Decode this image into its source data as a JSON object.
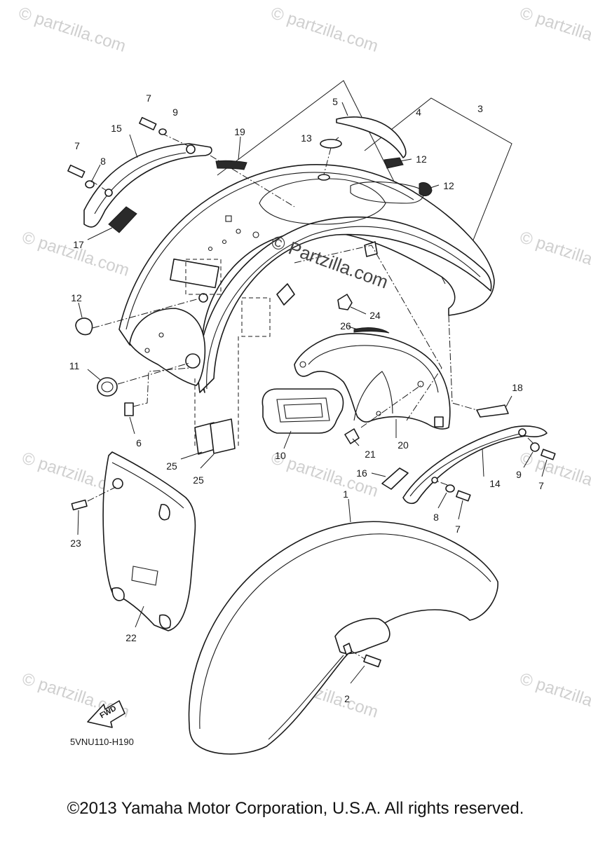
{
  "diagram": {
    "diagram_code": "5VNU110-H190",
    "fwd_label": "FWD",
    "watermark_text": "© partzilla.com",
    "center_watermark_text": "© Partzilla.com",
    "callouts": {
      "c1": "1",
      "c2": "2",
      "c3": "3",
      "c4": "4",
      "c5": "5",
      "c6": "6",
      "c7a": "7",
      "c7b": "7",
      "c7c": "7",
      "c7d": "7",
      "c8a": "8",
      "c8b": "8",
      "c9a": "9",
      "c9b": "9",
      "c10": "10",
      "c11": "11",
      "c12a": "12",
      "c12b": "12",
      "c12c": "12",
      "c13": "13",
      "c14": "14",
      "c15": "15",
      "c16": "16",
      "c17": "17",
      "c18": "18",
      "c19": "19",
      "c20": "20",
      "c21": "21",
      "c22": "22",
      "c23": "23",
      "c24": "24",
      "c25a": "25",
      "c25b": "25",
      "c26": "26"
    }
  },
  "footer": {
    "copyright": "©2013 Yamaha Motor Corporation, U.S.A. All rights reserved."
  }
}
